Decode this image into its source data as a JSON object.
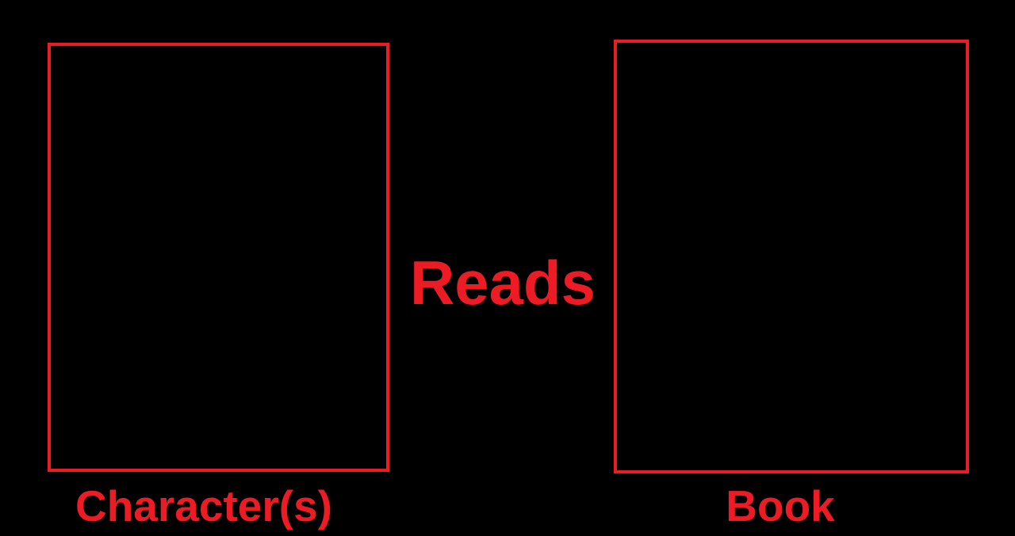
{
  "meme_template": {
    "left_panel_label": "Character(s)",
    "middle_verb": "Reads",
    "right_panel_label": "Book"
  },
  "colors": {
    "background": "#000000",
    "accent": "#ed1c24"
  }
}
